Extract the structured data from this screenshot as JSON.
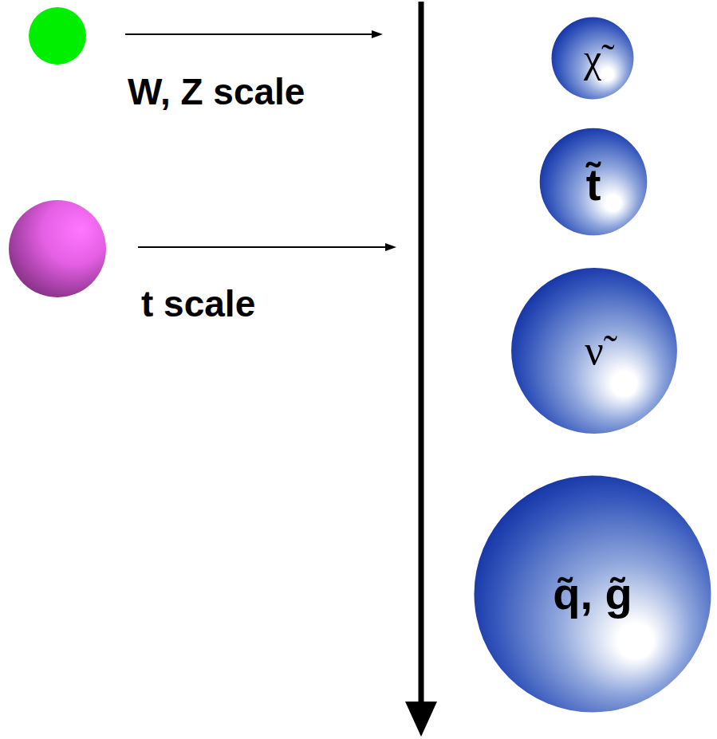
{
  "diagram": {
    "nodes": [
      {
        "text": [
          "χ̃"
        ]
      },
      {
        "text": [
          "t̃"
        ]
      },
      {
        "text": [
          "ν̃"
        ]
      },
      {
        "text": [
          "q̃, g̃"
        ]
      }
    ],
    "labels": [
      "W, Z scale",
      "t scale"
    ]
  }
}
